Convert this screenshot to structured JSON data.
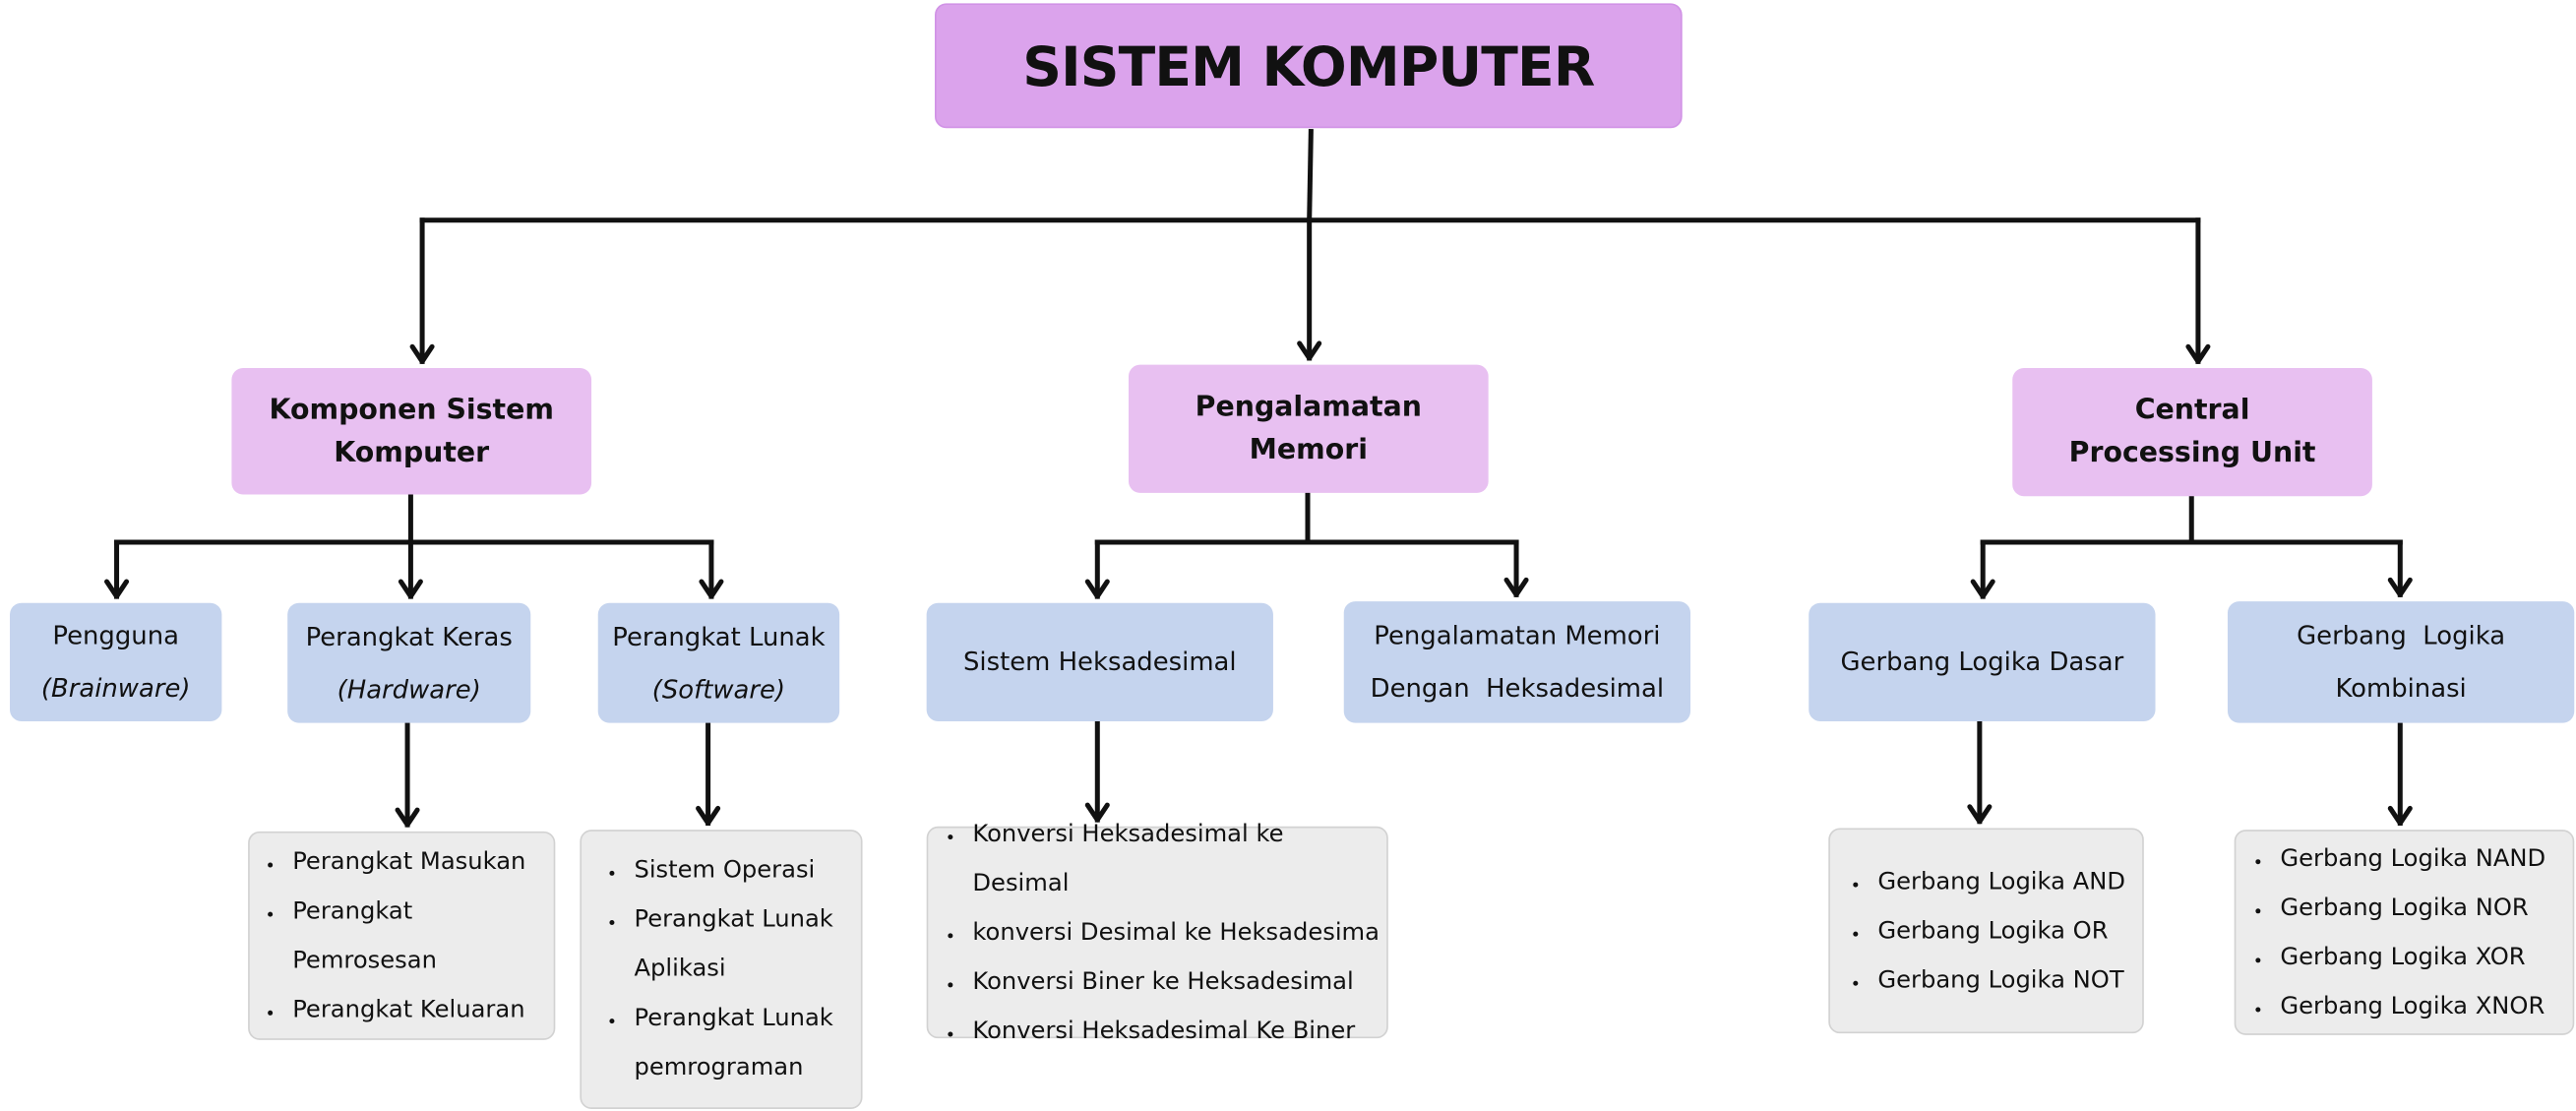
{
  "title": "SISTEM KOMPUTER",
  "branches": [
    {
      "label_line1": "Komponen Sistem",
      "label_line2": "Komputer",
      "children": [
        {
          "label": "Pengguna",
          "sub": "(Brainware)"
        },
        {
          "label": "Perangkat Keras",
          "sub": "(Hardware)",
          "items": [
            "Perangkat Masukan",
            "Perangkat Pemrosesan",
            "Perangkat Keluaran"
          ]
        },
        {
          "label": "Perangkat Lunak",
          "sub": "(Software)",
          "items": [
            "Sistem Operasi",
            "Perangkat Lunak Aplikasi",
            "Perangkat Lunak pemrograman"
          ]
        }
      ]
    },
    {
      "label_line1": "Pengalamatan",
      "label_line2": "Memori",
      "children": [
        {
          "label": "Sistem Heksadesimal",
          "items": [
            "Konversi Heksadesimal ke Desimal",
            "konversi Desimal ke Heksadesima",
            "Konversi Biner ke Heksadesimal",
            "Konversi Heksadesimal Ke Biner"
          ]
        },
        {
          "label_line1": "Pengalamatan Memori",
          "label_line2": "Dengan  Heksadesimal"
        }
      ]
    },
    {
      "label_line1": "Central",
      "label_line2": "Processing Unit",
      "children": [
        {
          "label": "Gerbang Logika Dasar",
          "items": [
            "Gerbang Logika AND",
            "Gerbang Logika OR",
            "Gerbang Logika NOT"
          ]
        },
        {
          "label_line1": "Gerbang  Logika",
          "label_line2": "Kombinasi",
          "items": [
            "Gerbang Logika NAND",
            "Gerbang Logika NOR",
            "Gerbang Logika XOR",
            "Gerbang Logika XNOR"
          ]
        }
      ]
    }
  ]
}
